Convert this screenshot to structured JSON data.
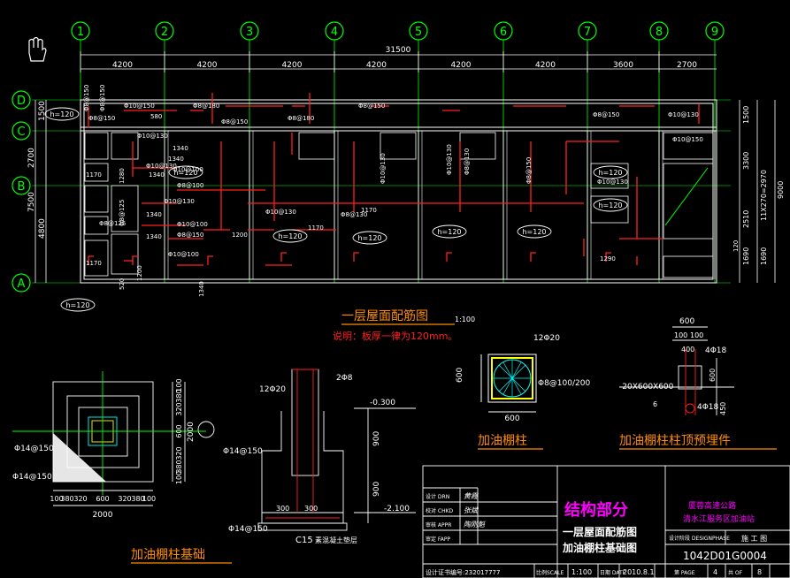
{
  "colors": {
    "background": "#000000",
    "outline": "#ffffff",
    "axis": "#00ff00",
    "rebar": "#ff2020",
    "dimension": "#ffffff",
    "caption": "#ff8c00",
    "magenta": "#ff00ff",
    "cyan": "#00ffff",
    "yellow": "#ffff00"
  },
  "axes_columns": [
    "1",
    "2",
    "3",
    "4",
    "5",
    "6",
    "7",
    "8",
    "9"
  ],
  "axes_rows": [
    "D",
    "C",
    "B",
    "A"
  ],
  "overall_width": "31500",
  "bay_spans": [
    "4200",
    "4200",
    "4200",
    "4200",
    "4200",
    "4200",
    "3600",
    "2700"
  ],
  "left_dims": [
    "1500",
    "2700",
    "7500",
    "4800"
  ],
  "right_dims": [
    "1500",
    "3300",
    "9000",
    "11X270=2970",
    "2510",
    "120",
    "1690",
    "1690"
  ],
  "rebar_labels": [
    "Φ8@150",
    "Φ8@150",
    "Φ10@150",
    "Φ8@150",
    "Φ8@180",
    "Φ8@180",
    "Φ8@150",
    "Φ8@150",
    "Φ10@130",
    "Φ10@130",
    "Φ8@125",
    "Φ8@130",
    "Φ10@100",
    "Φ8@100",
    "Φ8@150",
    "Φ10@130",
    "Φ8@130",
    "Φ10@130",
    "Φ10@130",
    "Φ8@150",
    "Φ8@150",
    "Φ10@130",
    "Φ8@125",
    "Φ10@130",
    "Φ10@150",
    "Φ10@130",
    "Φ10@100",
    "Φ10@100",
    "1200",
    "1280",
    "1340",
    "1340",
    "1340",
    "1340",
    "1340",
    "1170",
    "1170",
    "1170",
    "1200",
    "1170",
    "1290",
    "580",
    "520",
    "1340"
  ],
  "slab_labels": [
    "h=120",
    "h=120",
    "h=120",
    "h=120",
    "h=120",
    "h=120",
    "h=120",
    "h=120",
    "h=120"
  ],
  "plan_title": "一层屋面配筋图",
  "plan_scale": "1:100",
  "plan_note": "说明：板厚一律为120mm。",
  "foundation": {
    "caption": "加油棚柱基础",
    "rebar1": "Φ14@150",
    "rebar2": "Φ14@150",
    "bottom_dims": [
      "100",
      "380",
      "320",
      "600",
      "320",
      "380",
      "100"
    ],
    "total": "2000",
    "side_dims": [
      "100",
      "380",
      "320",
      "600",
      "320",
      "380",
      "100"
    ],
    "side_total": "2000"
  },
  "section": {
    "top_rebar": "12Φ20",
    "stirrup": "2Φ8",
    "elev_top": "-0.300",
    "elev_bottom": "-2.100",
    "dim_900a": "900",
    "dim_900b": "900",
    "rebar": "Φ14@150",
    "rebar_bottom": "Φ14@150",
    "dim_300a": "300",
    "dim_300b": "300",
    "concrete": "C15",
    "concrete_note": "素混凝土垫层"
  },
  "column": {
    "caption": "加油棚柱",
    "rebar": "12Φ20",
    "stirrup": "Φ8@100/200",
    "width": "600",
    "height": "600"
  },
  "embed": {
    "caption": "加油棚柱柱顶预埋件",
    "top": "600",
    "sub1": "100",
    "sub2": "100",
    "depth": "400",
    "rebar": "4Φ18",
    "rebar2": "4Φ18",
    "plate": "-20X600X600",
    "side": "600",
    "side2": "450",
    "weld": "6"
  },
  "title_block": {
    "section": "结构部分",
    "drawing1": "一层屋面配筋图",
    "drawing2": "加油棚柱基础图",
    "project1": "厦蓉高速公路",
    "project2": "清水江服务区加油站",
    "row_design": "设计 DRN",
    "row_check": "校对 CHKD",
    "row_approve": "审核 APPR",
    "row_review": "审定 FAPP",
    "sig1": "黄霞",
    "sig2": "张斌",
    "sig3": "陶刚魁",
    "phase_label": "设计阶段 DESIGNPHASE",
    "phase_value": "施 工 图",
    "drawing_no": "1042D01G0004",
    "cert": "设计证书编号:232017777",
    "scale_label": "比例SCALE",
    "scale_value": "1:100",
    "date_label": "日期 DATE",
    "date_value": "2010.8.1",
    "page_label": "第 PAGE",
    "page_value": "4",
    "of_label": "共 OF",
    "of_value": "8"
  }
}
